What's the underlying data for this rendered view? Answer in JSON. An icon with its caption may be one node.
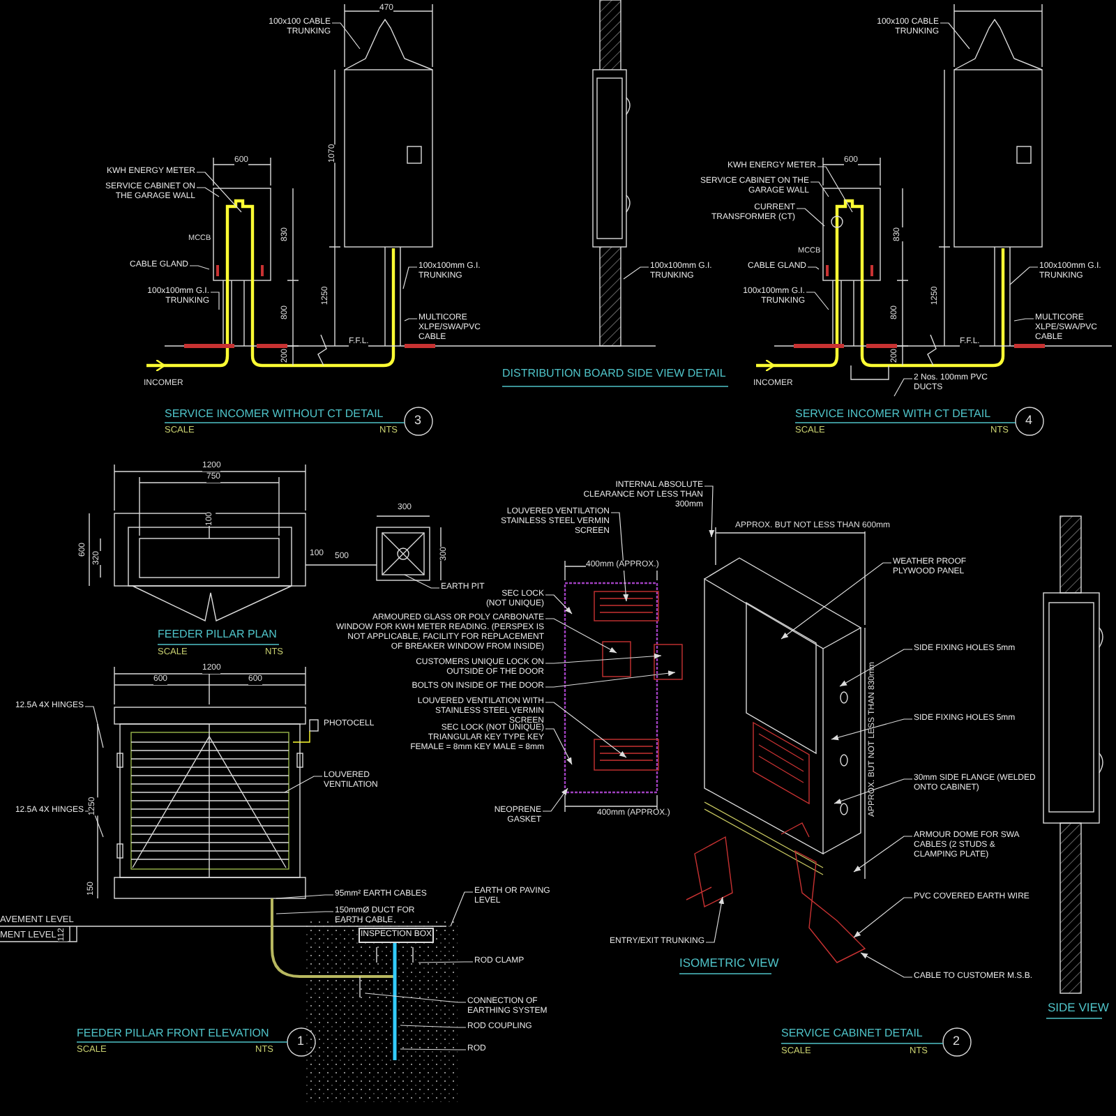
{
  "diagram": {
    "nodes": [
      {
        "text": [
          "100x100 CABLE TRUNKING"
        ]
      },
      {
        "text": [
          "KWH ENERGY METER"
        ]
      },
      {
        "text": [
          "SERVICE CABINET ON THE GARAGE WALL"
        ]
      },
      {
        "text": [
          "CABLE GLAND"
        ]
      },
      {
        "text": [
          "100x100mm G.I. TRUNKING"
        ]
      },
      {
        "text": [
          "100x100mm G.I. TRUNKING"
        ]
      },
      {
        "text": [
          "MULTICORE XLPE/SWA/PVC CABLE"
        ]
      },
      {
        "text": [
          "100x100mm G.I. TRUNKING"
        ]
      },
      {
        "text": [
          "100x100 CABLE TRUNKING"
        ]
      },
      {
        "text": [
          "KWH ENERGY METER"
        ]
      },
      {
        "text": [
          "SERVICE CABINET ON THE GARAGE WALL"
        ]
      },
      {
        "text": [
          "CURRENT TRANSFORMER (CT)"
        ]
      },
      {
        "text": [
          "CABLE GLAND"
        ]
      },
      {
        "text": [
          "100x100mm G.I. TRUNKING"
        ]
      },
      {
        "text": [
          "100x100mm G.I. TRUNKING"
        ]
      },
      {
        "text": [
          "MULTICORE XLPE/SWA/PVC CABLE"
        ]
      },
      {
        "text": [
          "2 Nos. 100mm PVC DUCTS"
        ]
      },
      {
        "text": [
          "EARTH PIT"
        ]
      },
      {
        "text": [
          "12.5A 4X HINGES"
        ]
      },
      {
        "text": [
          "PHOTOCELL"
        ]
      },
      {
        "text": [
          "LOUVERED VENTILATION"
        ]
      },
      {
        "text": [
          "12.5A 4X HINGES"
        ]
      },
      {
        "text": [
          "95mm² EARTH CABLES"
        ]
      },
      {
        "text": [
          "150mmØ DUCT FOR EARTH CABLE"
        ]
      },
      {
        "text": [
          "EARTH OR PAVING LEVEL"
        ]
      },
      {
        "text": [
          "INSPECTION BOX"
        ]
      },
      {
        "text": [
          "ROD CLAMP"
        ]
      },
      {
        "text": [
          "CONNECTION OF EARTHING SYSTEM"
        ]
      },
      {
        "text": [
          "ROD COUPLING"
        ]
      },
      {
        "text": [
          "ROD"
        ]
      },
      {
        "text": [
          "INTERNAL ABSOLUTE CLEARANCE NOT LESS THAN 300mm"
        ]
      },
      {
        "text": [
          "LOUVERED VENTILATION STAINLESS STEEL VERMIN SCREEN"
        ]
      },
      {
        "text": [
          "SEC LOCK (NOT UNIQUE)"
        ]
      },
      {
        "text": [
          "ARMOURED GLASS OR POLY CARBONATE WINDOW FOR KWH METER READING. (PERSPEX IS NOT APPLICABLE, FACILITY FOR REPLACEMENT OF BREAKER WINDOW FROM INSIDE)"
        ]
      },
      {
        "text": [
          "CUSTOMERS UNIQUE LOCK ON OUTSIDE OF THE DOOR"
        ]
      },
      {
        "text": [
          "BOLTS ON INSIDE OF THE DOOR"
        ]
      },
      {
        "text": [
          "LOUVERED VENTILATION WITH STAINLESS STEEL VERMIN SCREEN"
        ]
      },
      {
        "text": [
          "SEC LOCK (NOT UNIQUE) TRIANGULAR KEY TYPE KEY FEMALE = 8mm KEY MALE = 8mm"
        ]
      },
      {
        "text": [
          "NEOPRENE GASKET"
        ]
      },
      {
        "text": [
          "WEATHER PROOF PLYWOOD PANEL"
        ]
      },
      {
        "text": [
          "SIDE FIXING HOLES 5mm"
        ]
      },
      {
        "text": [
          "SIDE FIXING HOLES 5mm"
        ]
      },
      {
        "text": [
          "30mm SIDE FLANGE (WELDED ONTO CABINET)"
        ]
      },
      {
        "text": [
          "ARMOUR DOME FOR SWA CABLES (2 STUDS & CLAMPING PLATE)"
        ]
      },
      {
        "text": [
          "PVC COVERED EARTH WIRE"
        ]
      },
      {
        "text": [
          "ENTRY/EXIT TRUNKING"
        ]
      },
      {
        "text": [
          "CABLE TO CUSTOMER M.S.B."
        ]
      }
    ],
    "edges": [
      {
        "from": 0,
        "to": null,
        "arrow": "none"
      },
      {
        "from": 1,
        "to": null,
        "arrow": "none"
      },
      {
        "from": 2,
        "to": null,
        "arrow": "none"
      },
      {
        "from": 3,
        "to": null,
        "arrow": "none"
      },
      {
        "from": 4,
        "to": null,
        "arrow": "none"
      },
      {
        "from": 5,
        "to": null,
        "arrow": "none"
      },
      {
        "from": 6,
        "to": null,
        "arrow": "none"
      },
      {
        "from": 7,
        "to": null,
        "arrow": "none"
      },
      {
        "from": 8,
        "to": null,
        "arrow": "none"
      },
      {
        "from": 9,
        "to": null,
        "arrow": "none"
      },
      {
        "from": 10,
        "to": null,
        "arrow": "none"
      },
      {
        "from": 11,
        "to": null,
        "arrow": "none"
      },
      {
        "from": 12,
        "to": null,
        "arrow": "none"
      },
      {
        "from": 13,
        "to": null,
        "arrow": "none"
      },
      {
        "from": 14,
        "to": null,
        "arrow": "none"
      },
      {
        "from": 15,
        "to": null,
        "arrow": "none"
      },
      {
        "from": 16,
        "to": null,
        "arrow": "none"
      },
      {
        "from": 17,
        "to": null,
        "arrow": "none"
      },
      {
        "from": 18,
        "to": null,
        "arrow": "none"
      },
      {
        "from": 20,
        "to": null,
        "arrow": "none"
      },
      {
        "from": 21,
        "to": null,
        "arrow": "none"
      },
      {
        "from": 22,
        "to": null,
        "arrow": "none"
      },
      {
        "from": 23,
        "to": null,
        "arrow": "none"
      },
      {
        "from": 24,
        "to": null,
        "arrow": "none"
      },
      {
        "from": 26,
        "to": null,
        "arrow": "none"
      },
      {
        "from": 27,
        "to": null,
        "arrow": "none"
      },
      {
        "from": 28,
        "to": null,
        "arrow": "none"
      },
      {
        "from": 29,
        "to": null,
        "arrow": "none"
      },
      {
        "from": 30,
        "to": null,
        "arrow": "to"
      },
      {
        "from": 31,
        "to": null,
        "arrow": "to"
      },
      {
        "from": 32,
        "to": null,
        "arrow": "to"
      },
      {
        "from": 33,
        "to": null,
        "arrow": "to"
      },
      {
        "from": 34,
        "to": null,
        "arrow": "to"
      },
      {
        "from": 35,
        "to": null,
        "arrow": "to"
      },
      {
        "from": 36,
        "to": null,
        "arrow": "to"
      },
      {
        "from": 37,
        "to": null,
        "arrow": "to"
      },
      {
        "from": 38,
        "to": null,
        "arrow": "to"
      },
      {
        "from": 39,
        "to": null,
        "arrow": "to"
      },
      {
        "from": 40,
        "to": null,
        "arrow": "to"
      },
      {
        "from": 41,
        "to": null,
        "arrow": "to"
      },
      {
        "from": 42,
        "to": null,
        "arrow": "to"
      },
      {
        "from": 43,
        "to": null,
        "arrow": "to"
      },
      {
        "from": 44,
        "to": null,
        "arrow": "to"
      },
      {
        "from": 45,
        "to": null,
        "arrow": "to"
      },
      {
        "from": 46,
        "to": null,
        "arrow": "to"
      }
    ],
    "labels": [
      "470",
      "1070",
      "600",
      "830",
      "1250",
      "800",
      "200",
      "MCCB",
      "F.F.L.",
      "INCOMER",
      "SERVICE INCOMER WITHOUT CT DETAIL",
      "SCALE",
      "NTS",
      "3",
      "DISTRIBUTION BOARD SIDE VIEW DETAIL",
      "600",
      "830",
      "MCCB",
      "800",
      "200",
      "1250",
      "F.F.L.",
      "INCOMER",
      "SERVICE INCOMER WITH CT DETAIL",
      "SCALE",
      "NTS",
      "4",
      "1200",
      "750",
      "100",
      "600",
      "320",
      "100",
      "500",
      "300",
      "300",
      "FEEDER PILLAR PLAN",
      "SCALE",
      "NTS",
      "1200",
      "600",
      "600",
      "1250",
      "150",
      "AVEMENT LEVEL",
      "MENT LEVEL",
      "112",
      "FEEDER PILLAR FRONT ELEVATION",
      "SCALE",
      "NTS",
      "1",
      "APPROX. BUT NOT LESS THAN 600mm",
      "400mm (APPROX.)",
      "400mm (APPROX.)",
      "APPROX. BUT NOT LESS THAN 830mm",
      "ISOMETRIC VIEW",
      "SIDE VIEW",
      "SERVICE CABINET DETAIL",
      "SCALE",
      "NTS",
      "2"
    ]
  }
}
